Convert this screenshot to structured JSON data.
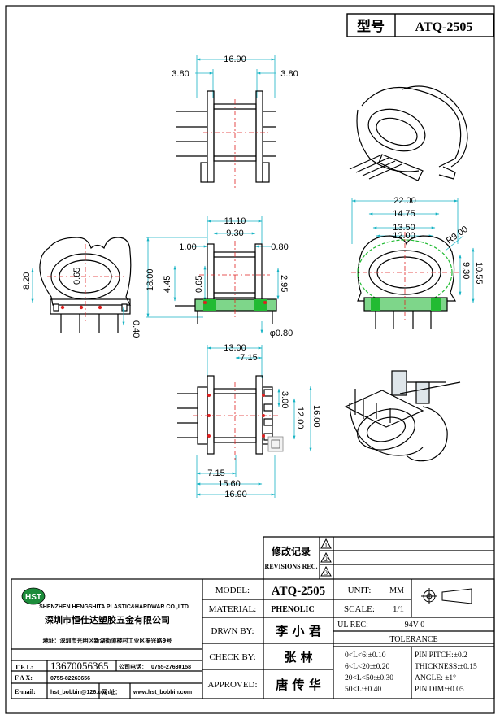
{
  "header": {
    "type_label": "型号",
    "model_code": "ATQ-2505"
  },
  "dimensions": {
    "top": {
      "overall": "16.90",
      "left": "3.80",
      "right": "3.80"
    },
    "side_left": {
      "height": "8.20",
      "inner": "0.65",
      "pin": "0.40"
    },
    "mid": {
      "overall": "11.10",
      "inner": "9.30",
      "flange_left": "1.00",
      "flange_right": "0.80",
      "height": "18.00",
      "pin_len": "4.45",
      "flange_thk": "0.65",
      "step": "2.95",
      "pin_dia": "φ0.80"
    },
    "right": {
      "width": "22.00",
      "w1": "14.75",
      "w2": "13.50",
      "w3": "12.00",
      "radius": "R9.00",
      "h1": "10.55",
      "h2": "9.30"
    },
    "bottom": {
      "overall": "13.00",
      "half": "7.15",
      "gap": "3.00",
      "inner_h": "12.00",
      "height": "16.00",
      "left": "7.15",
      "base": "15.60",
      "total": "16.90"
    }
  },
  "revision": {
    "title_cn": "修改记录",
    "title_en": "REVISIONS REC.",
    "marks": [
      "1",
      "2",
      "3"
    ]
  },
  "company": {
    "logo": "HST",
    "name_en": "SHENZHEN HENGSHITA PLASTIC&HARDWAR CO.,LTD",
    "name_cn": "深圳市恒仕达塑胶五金有限公司",
    "address": "地址：深圳市光明区新湖街道楼村工业区振兴路9号",
    "tel_label": "T E L:",
    "tel": "13670056365",
    "company_tel_label": "公司电话：",
    "company_tel": "0755-27630158",
    "fax_label": "F A X:",
    "fax": "0755-82263656",
    "email_label": "E-mail:",
    "email": "hst_bobbin@126.com",
    "web_label": "网 址：",
    "web": "www.hst_bobbin.com"
  },
  "title_block": {
    "model_label": "MODEL:",
    "model": "ATQ-2505",
    "material_label": "MATERIAL:",
    "material": "PHENOLIC",
    "drawn_label": "DRWN BY:",
    "drawn": "李 小 君",
    "check_label": "CHECK BY:",
    "check": "张     林",
    "approved_label": "APPROVED:",
    "approved": "唐 传 华",
    "unit_label": "UNIT:",
    "unit": "MM",
    "scale_label": "SCALE:",
    "scale": "1/1",
    "ul_label": "UL REC:",
    "ul": "94V-0",
    "tolerance_label": "TOLERANCE",
    "tolerances": [
      "0<L<6:±0.10",
      "6<L<20:±0.20",
      "20<L<50:±0.30",
      "50<L:±0.40"
    ],
    "specs": [
      "PIN PITCH:±0.2",
      "THICKNESS:±0.15",
      "ANGLE: ±1°",
      "PIN DIM:±0.05"
    ]
  },
  "colors": {
    "dim": "#17b3c4",
    "center": "#e02020",
    "green": "#22bb33",
    "ink": "#000000"
  }
}
